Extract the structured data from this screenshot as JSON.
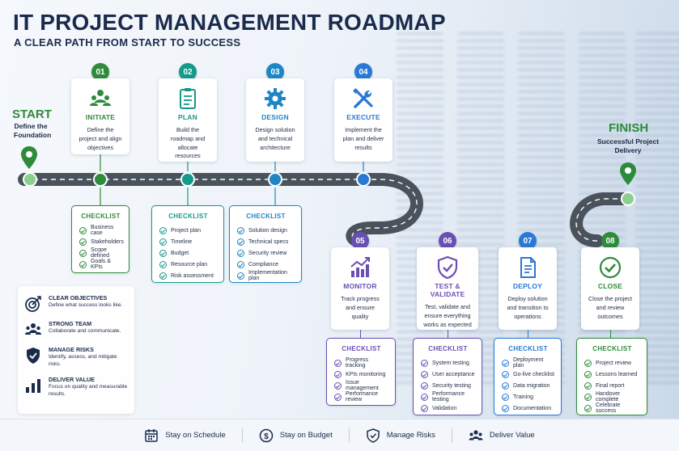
{
  "header": {
    "title": "IT PROJECT MANAGEMENT ROADMAP",
    "subtitle": "A CLEAR PATH FROM START TO SUCCESS"
  },
  "start": {
    "label": "START",
    "desc": "Define the Foundation"
  },
  "finish": {
    "label": "FINISH",
    "desc": "Successful Project Delivery"
  },
  "colors": {
    "green": "#2e8b3c",
    "teal": "#159a8a",
    "blue": "#1f86c6",
    "brightblue": "#2a78d6",
    "purple": "#6a4fb3",
    "navy": "#1a2b4c"
  },
  "phases": [
    {
      "num": "01",
      "name": "INITIATE",
      "desc": "Define the project and align objectives",
      "icon": "team-icon",
      "color": "#2e8b3c"
    },
    {
      "num": "02",
      "name": "PLAN",
      "desc": "Build the roadmap and allocate resources",
      "icon": "clipboard-icon",
      "color": "#159a8a"
    },
    {
      "num": "03",
      "name": "DESIGN",
      "desc": "Design solution and technical architecture",
      "icon": "gear-icon",
      "color": "#1f86c6"
    },
    {
      "num": "04",
      "name": "EXECUTE",
      "desc": "Implement the plan and deliver results",
      "icon": "tools-icon",
      "color": "#2a78d6"
    },
    {
      "num": "05",
      "name": "MONITOR",
      "desc": "Track progress and ensure quality",
      "icon": "chart-icon",
      "color": "#6a4fb3"
    },
    {
      "num": "06",
      "name": "TEST & VALIDATE",
      "desc": "Test, validate and ensure everything works as expected",
      "icon": "shield-check-icon",
      "color": "#6a4fb3"
    },
    {
      "num": "07",
      "name": "DEPLOY",
      "desc": "Deploy solution and transition to operations",
      "icon": "document-icon",
      "color": "#2a78d6"
    },
    {
      "num": "08",
      "name": "CLOSE",
      "desc": "Close the project and review outcomes",
      "icon": "check-circle-icon",
      "color": "#2e8b3c"
    }
  ],
  "checklists": [
    {
      "title": "CHECKLIST",
      "items": [
        "Business case",
        "Stakeholders",
        "Scope defined",
        "Goals & KPIs"
      ]
    },
    {
      "title": "CHECKLIST",
      "items": [
        "Project plan",
        "Timeline",
        "Budget",
        "Resource plan",
        "Risk assessment"
      ]
    },
    {
      "title": "CHECKLIST",
      "items": [
        "Solution design",
        "Technical specs",
        "Security review",
        "Compliance",
        "Implementation plan"
      ]
    },
    {
      "title": "CHECKLIST",
      "items": [
        "Progress tracking",
        "KPIs monitoring",
        "Issue management",
        "Performance review"
      ]
    },
    {
      "title": "CHECKLIST",
      "items": [
        "System testing",
        "User acceptance",
        "Security testing",
        "Performance testing",
        "Validation"
      ]
    },
    {
      "title": "CHECKLIST",
      "items": [
        "Deployment plan",
        "Go-live checklist",
        "Data migration",
        "Training",
        "Documentation"
      ]
    },
    {
      "title": "CHECKLIST",
      "items": [
        "Project review",
        "Lessons learned",
        "Final report",
        "Handover complete",
        "Celebrate success"
      ]
    }
  ],
  "benefits": [
    {
      "title": "CLEAR OBJECTIVES",
      "desc": "Define what success looks like.",
      "icon": "target-icon"
    },
    {
      "title": "STRONG TEAM",
      "desc": "Collaborate and communicate.",
      "icon": "team-icon"
    },
    {
      "title": "MANAGE RISKS",
      "desc": "Identify, assess, and mitigate risks.",
      "icon": "shield-check-icon"
    },
    {
      "title": "DELIVER VALUE",
      "desc": "Focus on quality and measurable results.",
      "icon": "bar-chart-icon"
    }
  ],
  "footer": [
    {
      "label": "Stay on Schedule",
      "icon": "calendar-icon"
    },
    {
      "label": "Stay on Budget",
      "icon": "dollar-icon"
    },
    {
      "label": "Manage Risks",
      "icon": "shield-check-icon"
    },
    {
      "label": "Deliver Value",
      "icon": "team-icon"
    }
  ]
}
